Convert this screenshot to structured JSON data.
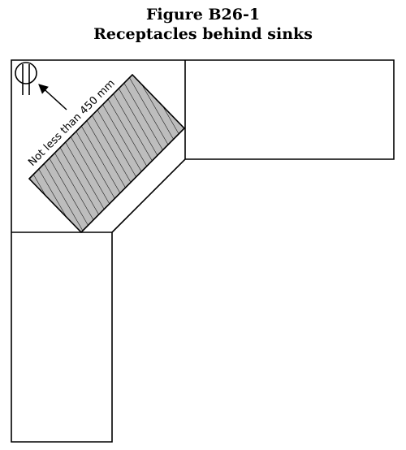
{
  "figure": {
    "number": "Figure B26-1",
    "title": "Receptacles behind sinks"
  },
  "diagram": {
    "dimension_label": "Not less than 450 mm",
    "colors": {
      "stroke": "#000000",
      "hatch_fill": "#bdbdbd",
      "background": "#ffffff"
    },
    "elements": [
      "countertop",
      "corner-sink-hatched",
      "receptacle-symbol",
      "dimension-arrow"
    ]
  }
}
